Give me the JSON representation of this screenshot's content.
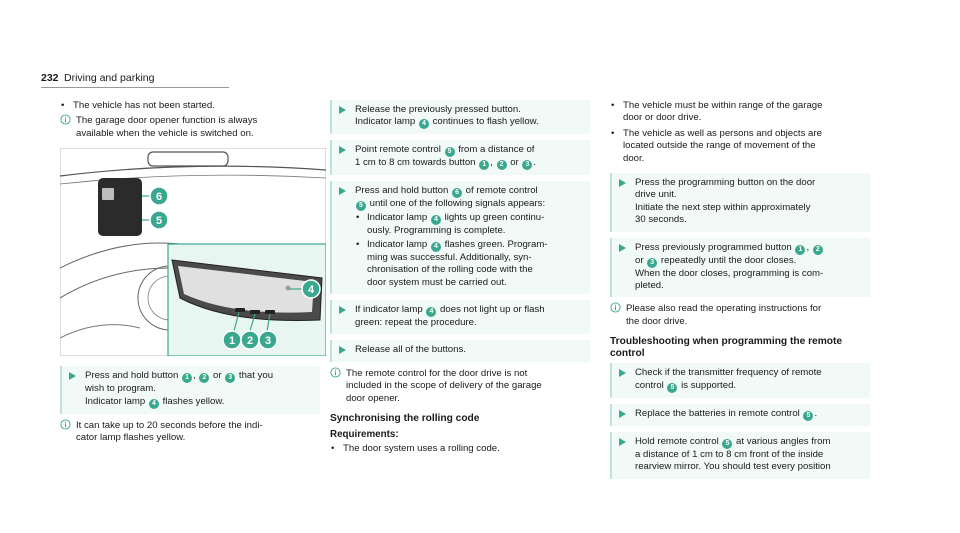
{
  "header": {
    "page_number": "232",
    "title": "Driving and parking"
  },
  "col1": {
    "bullet_not_started": "The vehicle has not been started.",
    "note_always": [
      "The garage door opener function is always",
      "available when the vehicle is switched on."
    ],
    "figure_callouts": [
      "6",
      "5",
      "4",
      "1",
      "2",
      "3"
    ],
    "step_press_hold": {
      "l1_a": "Press and hold button ",
      "b1": "1",
      "sep1": ", ",
      "b2": "2",
      "l1_or": " or ",
      "b3": "3",
      "l1_end": " that you",
      "l2": "wish to program.",
      "l3_a": "Indicator lamp ",
      "b4": "4",
      "l3_end": " flashes yellow."
    },
    "note_20s": [
      "It can take up to 20 seconds before the indi-",
      "cator lamp flashes yellow."
    ]
  },
  "col2": {
    "step_release": {
      "l1": "Release the previously pressed button.",
      "l2_a": "Indicator lamp ",
      "b4": "4",
      "l2_end": " continues to flash yellow."
    },
    "step_point": {
      "l1_a": "Point remote control ",
      "b5": "5",
      "l1_end": " from a distance of",
      "l2_a": "1 cm to 8 cm towards button ",
      "b1": "1",
      "sep": ", ",
      "b2": "2",
      "or": " or ",
      "b3": "3",
      "end": "."
    },
    "step_hold6": {
      "l1_a": "Press and hold button ",
      "b6": "6",
      "l1_end": " of remote control",
      "l2_b5": "5",
      "l2_end": " until one of the following signals appears:",
      "sub1_a": "Indicator lamp ",
      "sub1_b4": "4",
      "sub1_end": " lights up green continu-",
      "sub1_l2": "ously. Programming is complete.",
      "sub2_a": "Indicator lamp ",
      "sub2_b4": "4",
      "sub2_end": " flashes green. Program-",
      "sub2_l2": "ming was successful. Additionally, syn-",
      "sub2_l3": "chronisation of the rolling code with the",
      "sub2_l4": "door system must be carried out."
    },
    "step_ifnot": {
      "l1_a": "If indicator lamp ",
      "b4": "4",
      "l1_end": " does not light up or flash",
      "l2": "green: repeat the procedure."
    },
    "step_release_all": "Release all of the buttons.",
    "note_scope": [
      "The remote control for the door drive is not",
      "included in the scope of delivery of the garage",
      "door opener."
    ],
    "heading_sync": "Synchronising the rolling code",
    "heading_req": "Requirements:",
    "bullet_rolling": "The door system uses a rolling code."
  },
  "col3": {
    "bullet_range": [
      "The vehicle must be within range of the garage",
      "door or door drive."
    ],
    "bullet_persons": [
      "The vehicle as well as persons and objects are",
      "located outside the range of movement of the",
      "door."
    ],
    "step_prog_btn": [
      "Press the programming button on the door",
      "drive unit.",
      "Initiate the next step within approximately",
      "30 seconds."
    ],
    "step_prev": {
      "l1_a": "Press previously programmed button ",
      "b1": "1",
      "sep": ", ",
      "b2": "2",
      "l2_or": "or ",
      "b3": "3",
      "l2_end": " repeatedly until the door closes.",
      "l3": "When the door closes, programming is com-",
      "l4": "pleted."
    },
    "note_manual": [
      "Please also read the operating instructions for",
      "the door drive."
    ],
    "heading_trouble": [
      "Troubleshooting when programming the remote",
      "control"
    ],
    "step_freq": {
      "l1": "Check if the transmitter frequency of remote",
      "l2_a": "control ",
      "b5": "5",
      "l2_end": " is supported."
    },
    "step_batt": {
      "a": "Replace the batteries in remote control ",
      "b5": "5",
      "end": "."
    },
    "step_angles": {
      "l1_a": "Hold remote control ",
      "b5": "5",
      "l1_end": " at various angles from",
      "l2": "a distance of 1 cm to 8 cm front of the inside",
      "l3": "rearview mirror. You should test every position"
    }
  },
  "colors": {
    "accent": "#3aa88e",
    "step_bg": "#f2faf8",
    "step_border": "#bfe3d9"
  },
  "icons": {
    "note": "info-icon",
    "step": "triangle-arrow-icon",
    "bullet": "bullet-dot"
  }
}
